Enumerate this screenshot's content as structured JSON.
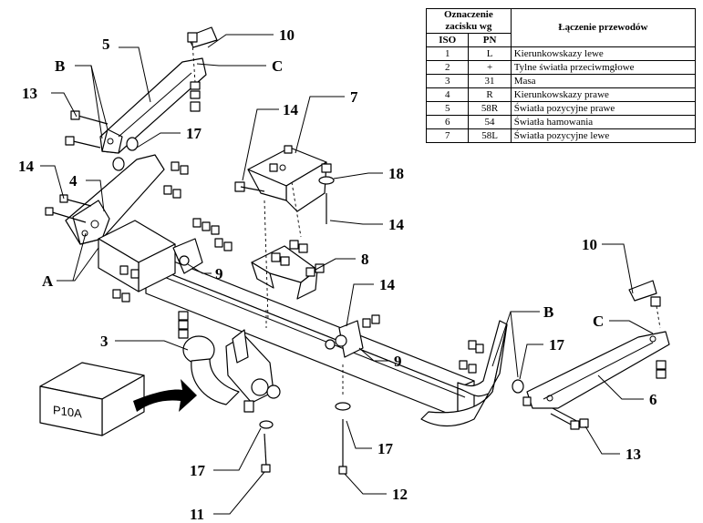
{
  "table": {
    "header_group": "Oznaczenie zacisku wg",
    "header_iso": "ISO",
    "header_pn": "PN",
    "header_desc": "Łączenie przewodów",
    "rows": [
      {
        "iso": "1",
        "pn": "L",
        "desc": "Kierunkowskazy lewe"
      },
      {
        "iso": "2",
        "pn": "+",
        "desc": "Tylne światła przeciwmgłowe"
      },
      {
        "iso": "3",
        "pn": "31",
        "desc": "Masa"
      },
      {
        "iso": "4",
        "pn": "R",
        "desc": "Kierunkowskazy prawe"
      },
      {
        "iso": "5",
        "pn": "58R",
        "desc": "Światła pozycyjne prawe"
      },
      {
        "iso": "6",
        "pn": "54",
        "desc": "Światła hamowania"
      },
      {
        "iso": "7",
        "pn": "58L",
        "desc": "Światła pozycyjne lewe"
      }
    ]
  },
  "box_label": "P10A",
  "callouts": {
    "c10a": "10",
    "c5": "5",
    "cB1": "B",
    "cC1": "C",
    "c13a": "13",
    "c17a": "17",
    "c14a": "14",
    "c4": "4",
    "cA": "A",
    "c9a": "9",
    "c14b": "14",
    "c7": "7",
    "c18": "18",
    "c14c": "14",
    "c8": "8",
    "c14d": "14",
    "c9b": "9",
    "c3": "3",
    "c10b": "10",
    "cB2": "B",
    "cC2": "C",
    "c17b": "17",
    "c6": "6",
    "c17c": "17",
    "c13b": "13",
    "c17d": "17",
    "c11": "11",
    "c12": "12"
  }
}
